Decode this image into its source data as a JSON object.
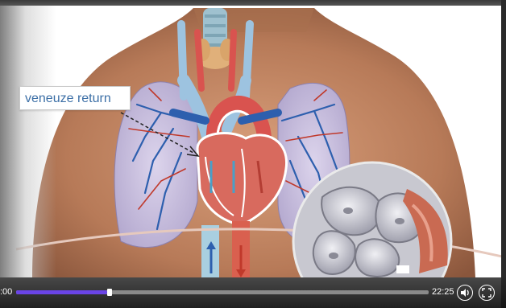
{
  "player": {
    "caption": "veneuze return",
    "current_time": ":00",
    "total_time": "22:25",
    "progress": 0.22
  },
  "icons": {
    "volume": "volume-icon",
    "fullscreen": "fullscreen-icon"
  },
  "colors": {
    "accent": "#6a44e6",
    "caption_text": "#3c6fa6"
  }
}
